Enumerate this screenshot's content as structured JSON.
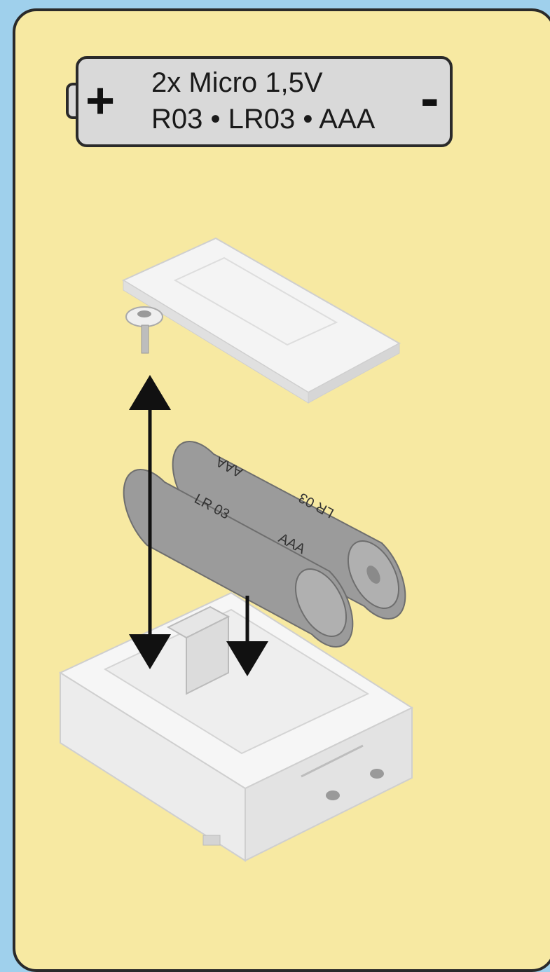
{
  "label": {
    "plus": "+",
    "minus": "-",
    "line1": "2x Micro 1,5V",
    "line2": "R03 • LR03 • AAA"
  },
  "battery_markings": {
    "front": [
      "LR 03",
      "AAA"
    ],
    "back": [
      "AAA",
      "LR 03"
    ]
  },
  "colors": {
    "background": "#9fd0ec",
    "panel": "#f7e9a2",
    "label": "#d9d9d9",
    "battery": "#9b9b9b",
    "case": "#f2f2f2"
  }
}
